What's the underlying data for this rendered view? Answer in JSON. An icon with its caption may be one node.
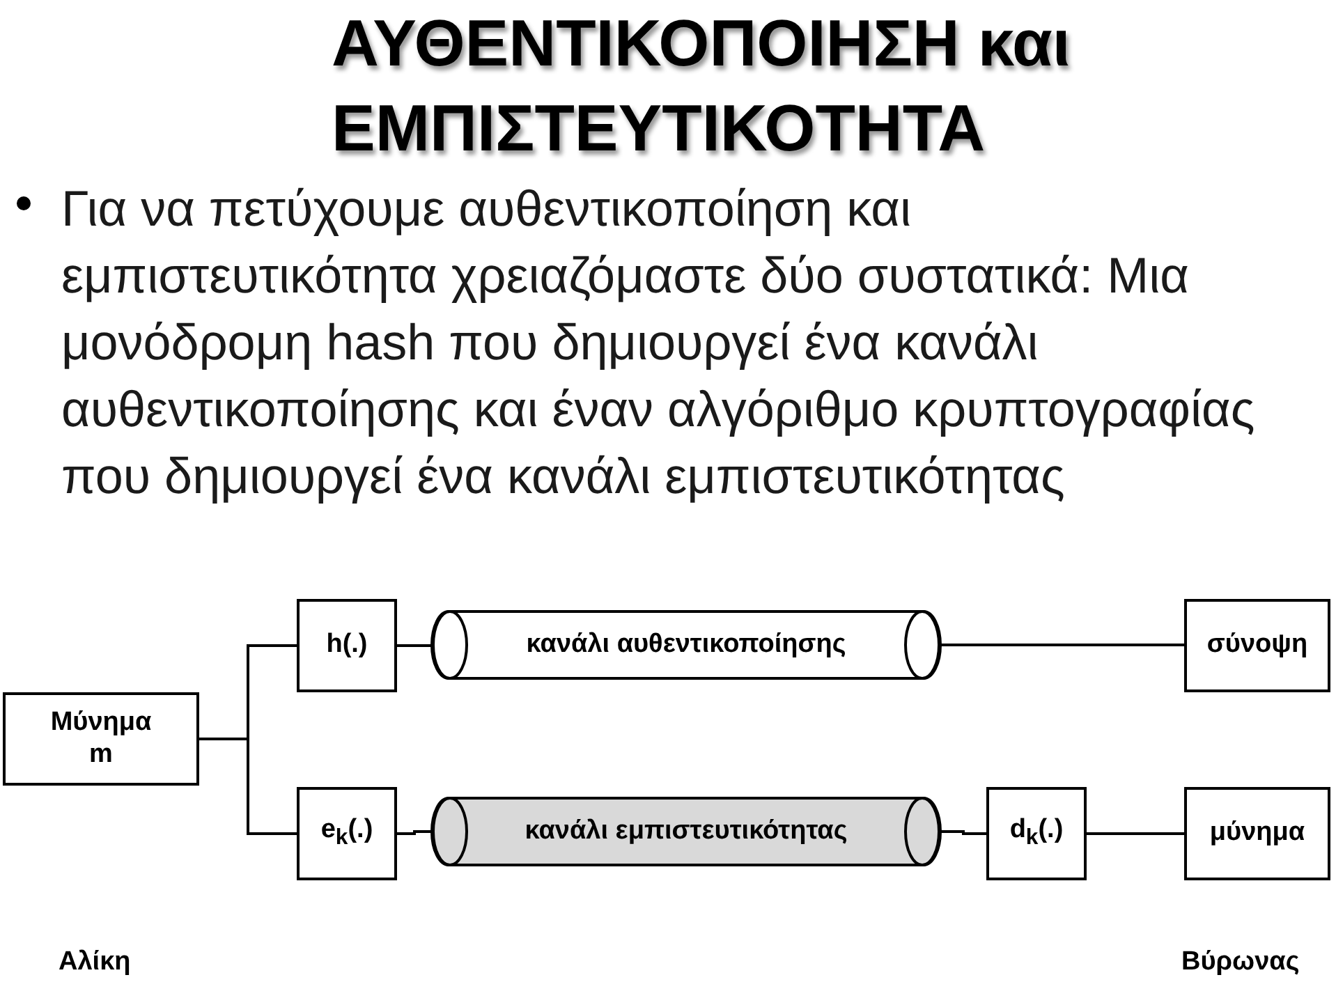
{
  "diagram": {
    "title": "ΑΥΘΕΝΤΙΚΟΠΟΙΗΣΗ και ΕΜΠΙΣΤΕΥΤΙΚΟΤΗΤΑ",
    "nodes": [
      {
        "text": [
          "Μύνημα m"
        ]
      },
      {
        "text": [
          "h(.)"
        ]
      },
      {
        "text": [
          "κανάλι αυθεντικοποίησης"
        ]
      },
      {
        "text": [
          "σύνοψη"
        ]
      },
      {
        "text": [
          "e$_{k}$(.)"
        ]
      },
      {
        "text": [
          "κανάλι εμπιστευτικότητας"
        ]
      },
      {
        "text": [
          "d$_{k}$(.)"
        ]
      },
      {
        "text": [
          "μύνημα"
        ]
      }
    ],
    "edges": [
      {
        "from": 0,
        "to": 1,
        "arrow": "none"
      },
      {
        "from": 0,
        "to": 4,
        "arrow": "none"
      },
      {
        "from": 1,
        "to": 2,
        "arrow": "none"
      },
      {
        "from": 2,
        "to": 3,
        "arrow": "none"
      },
      {
        "from": 4,
        "to": 5,
        "arrow": "none"
      },
      {
        "from": 5,
        "to": 6,
        "arrow": "none"
      },
      {
        "from": 6,
        "to": 7,
        "arrow": "none"
      }
    ],
    "labels": [
      "Για να πετύχουμε αυθεντικοποίηση και εμπιστευτικότητα χρειαζόμαστε δύο συστατικά: Μια μονόδρομη hash που δημιουργεί ένα κανάλι αυθεντικοποίησης και έναν αλγόριθμο κρυπτογραφίας που δημιουργεί ένα κανάλι εμπιστευτικότητας",
      "Αλίκη",
      "Βύρωνας"
    ]
  }
}
